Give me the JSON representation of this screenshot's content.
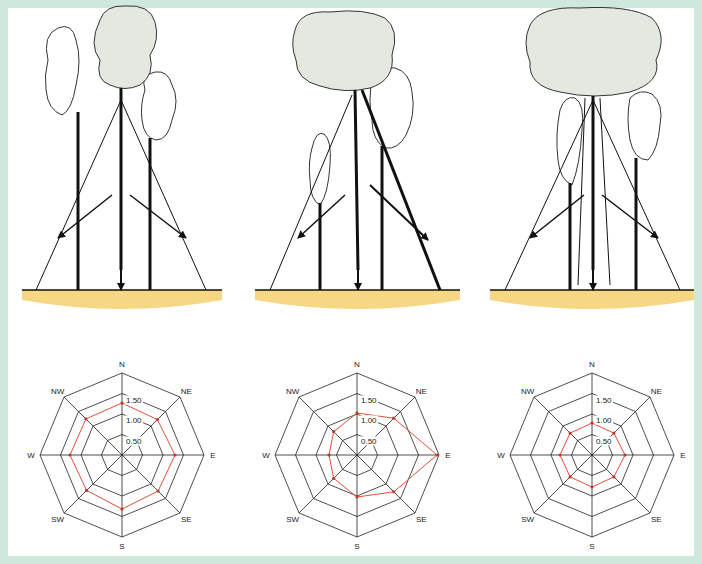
{
  "diagram": {
    "labels": [
      "N",
      "NE",
      "E",
      "SE",
      "S",
      "SW",
      "W",
      "NW",
      "1.50",
      "1.00",
      "0.50",
      "N",
      "NE",
      "E",
      "SE",
      "S",
      "SW",
      "W",
      "NW",
      "1.50",
      "1.00",
      "0.50",
      "N",
      "NE",
      "E",
      "SE",
      "S",
      "SW",
      "W",
      "NW",
      "1.50",
      "1.00",
      "0.50"
    ]
  }
}
